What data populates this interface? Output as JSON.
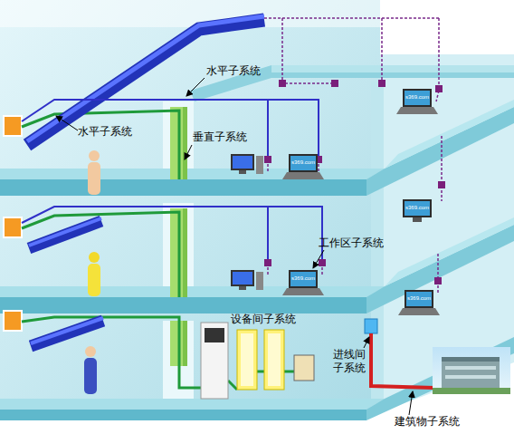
{
  "diagram": {
    "labels": [
      "水平子系统",
      "水平子系统",
      "垂直子系统",
      "工作区子系统",
      "设备间子系统",
      "进线间 子系统",
      "建筑物子系统",
      "s369.com",
      "s369.com",
      "s369.com",
      "s369.com",
      "s369.com"
    ]
  }
}
